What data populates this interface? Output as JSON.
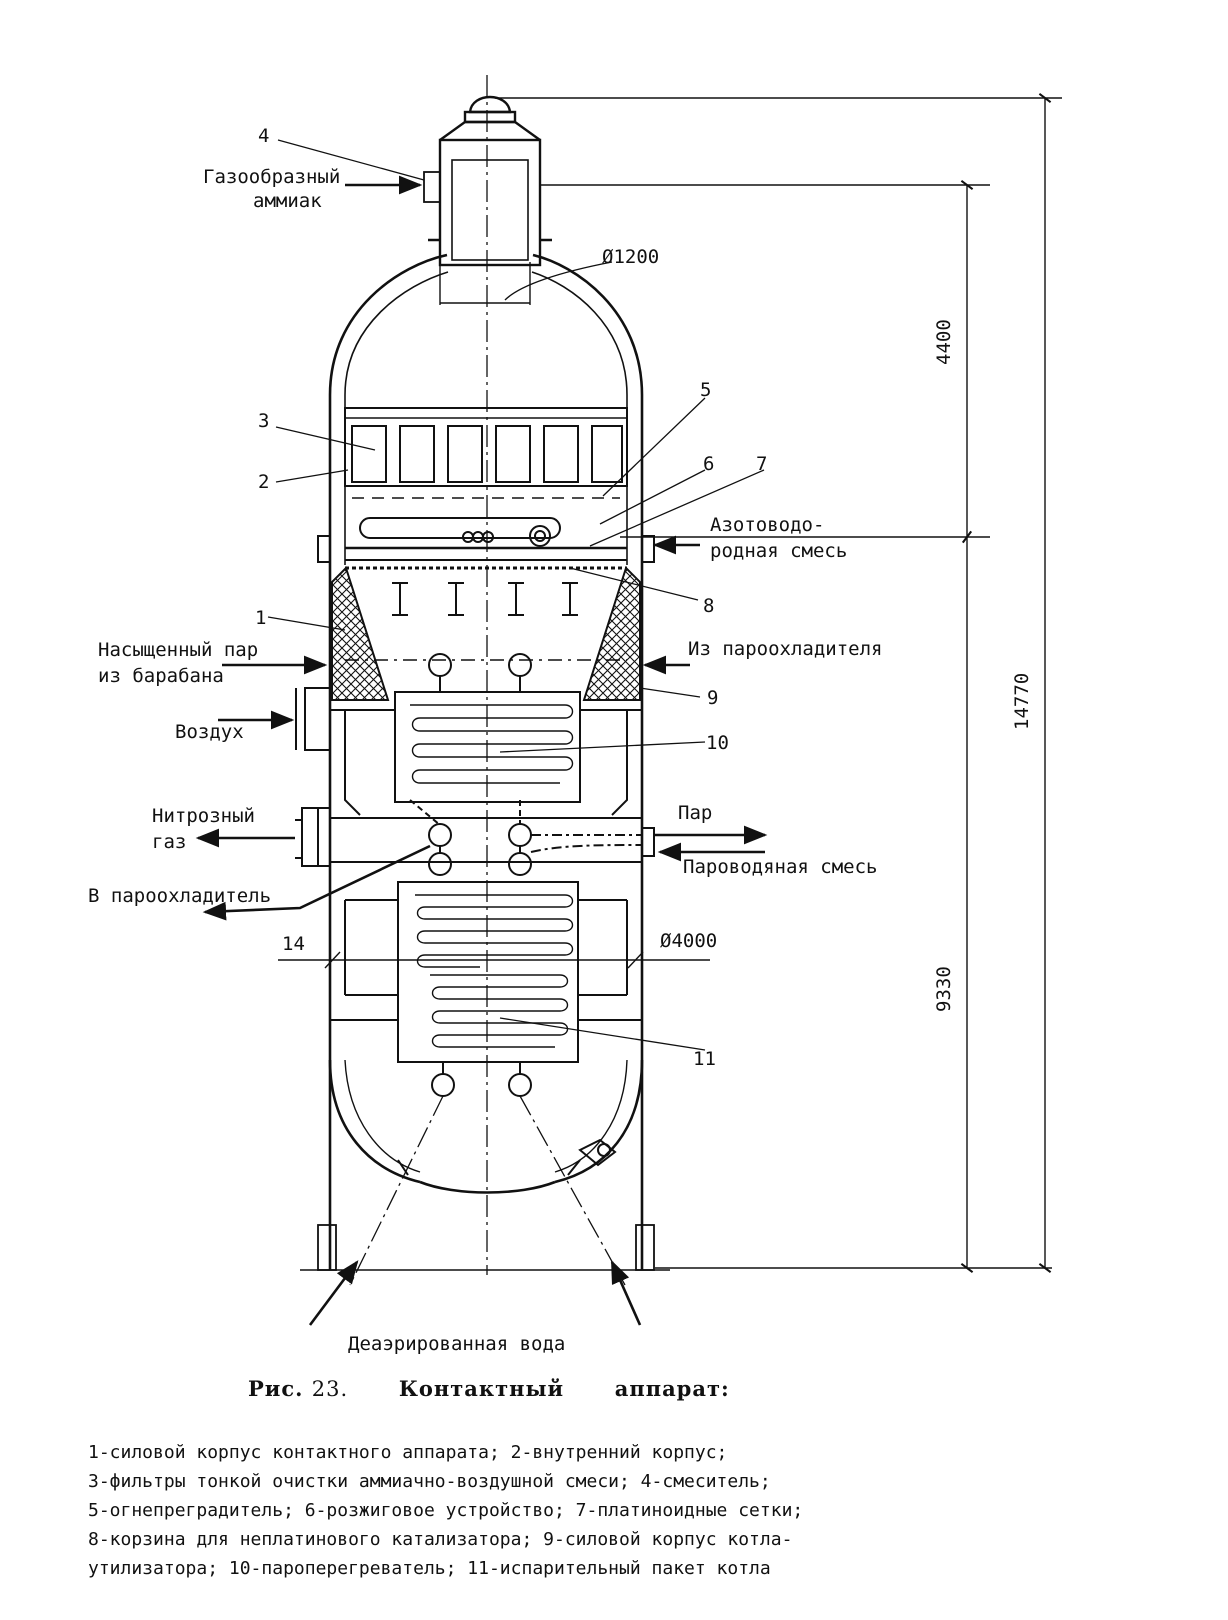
{
  "labels": {
    "gaseous_ammonia": [
      "Газообразный",
      "аммиак"
    ],
    "nitrogen_hydrogen_mix": [
      "Азотоводо-",
      "родная смесь"
    ],
    "saturated_steam": [
      "Насыщенный пар",
      "из барабана"
    ],
    "from_desuperheater": "Из пароохладителя",
    "air": "Воздух",
    "nitrous_gas": [
      "Нитрозный",
      "газ"
    ],
    "steam": "Пар",
    "steam_water_mix": "Пароводяная смесь",
    "to_desuperheater": "В пароохладитель",
    "deaerated_water": "Деаэрированная вода"
  },
  "dimensions": {
    "d_top": "Ø1200",
    "d_body": "Ø4000",
    "h_top": "4400",
    "h_total": "14770",
    "h_bottom": "9330"
  },
  "callouts": [
    "1",
    "2",
    "3",
    "4",
    "5",
    "6",
    "7",
    "8",
    "9",
    "10",
    "11",
    "14"
  ],
  "caption": {
    "prefix": "Рис.",
    "number": "23.",
    "title": "Контактный",
    "title2": "аппарат:"
  },
  "legend_lines": [
    "1-силовой корпус контактного аппарата; 2-внутренний корпус;",
    "3-фильтры тонкой очистки аммиачно-воздушной смеси; 4-смеситель;",
    "5-огнепреградитель; 6-розжиговое устройство; 7-платиноидные сетки;",
    "8-корзина для неплатинового катализатора;  9-силовой корпус котла-",
    "утилизатора; 10-пароперегреватель; 11-испарительный пакет котла"
  ]
}
